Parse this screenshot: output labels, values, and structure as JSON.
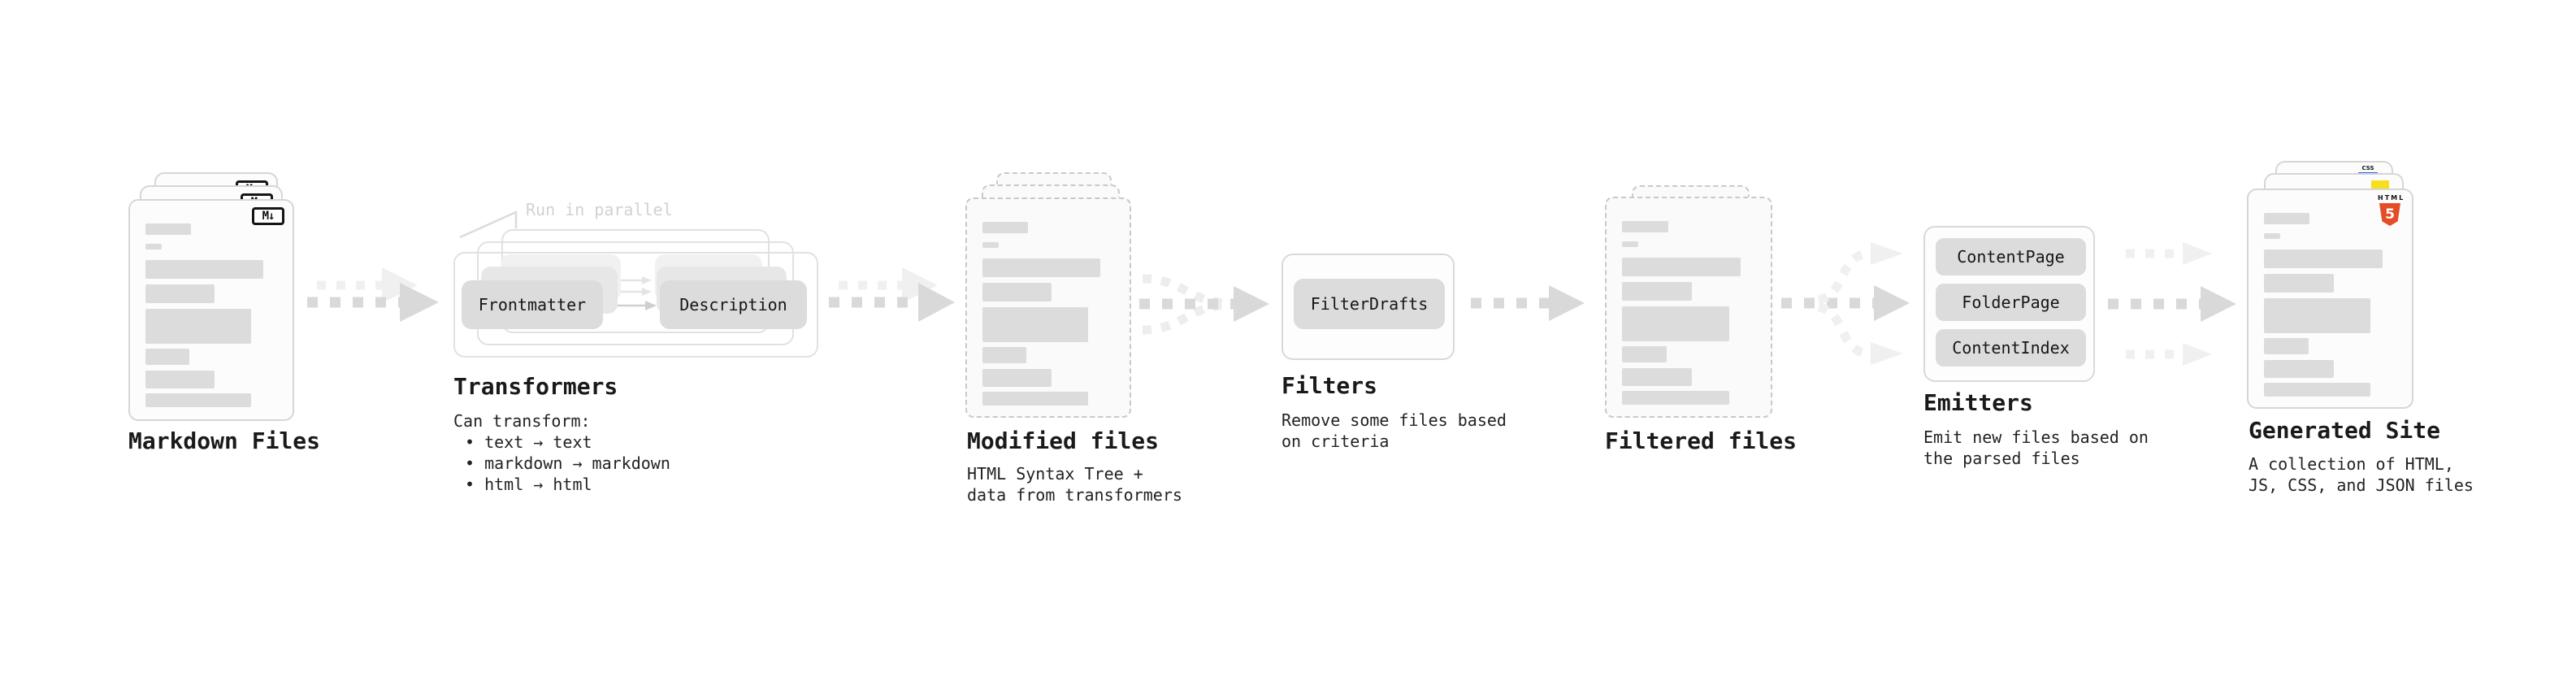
{
  "diagram": {
    "markdown_files": {
      "title": "Markdown Files"
    },
    "transformers": {
      "annotation": "Run in parallel",
      "pill_left": "Frontmatter",
      "pill_right": "Description",
      "title": "Transformers",
      "desc_heading": "Can transform:",
      "bullets": [
        "• text → text",
        "• markdown → markdown",
        "• html → html"
      ]
    },
    "modified_files": {
      "title": "Modified files",
      "desc": [
        "HTML Syntax Tree +",
        "data from transformers"
      ]
    },
    "filters": {
      "pill": "FilterDrafts",
      "title": "Filters",
      "desc": [
        "Remove some files based",
        "on criteria"
      ]
    },
    "filtered_files": {
      "title": "Filtered files"
    },
    "emitters": {
      "pills": [
        "ContentPage",
        "FolderPage",
        "ContentIndex"
      ],
      "title": "Emitters",
      "desc": [
        "Emit new files based on",
        "the parsed files"
      ]
    },
    "generated_site": {
      "title": "Generated Site",
      "desc": [
        "A collection of HTML,",
        "JS, CSS, and JSON files"
      ]
    },
    "icons": {
      "markdown_label": "M↓",
      "html5_word": "HTML",
      "html5_number": "5",
      "css_word": "CSS"
    },
    "colors": {
      "card_border": "#d6d6d6",
      "dashed_border": "#c9c9c9",
      "card_bg": "#fcfcfc",
      "placeholder_bar": "#dcdcdc",
      "pill_bg": "#dcdcdc",
      "arrow_dark": "#d9d9d9",
      "arrow_light": "#f0f0f0",
      "text": "#1a1a1a",
      "annotation": "#d2d2d2",
      "html5_orange": "#e44d26",
      "js_yellow": "#f7df1e",
      "css_blue": "#2d63ea"
    }
  }
}
